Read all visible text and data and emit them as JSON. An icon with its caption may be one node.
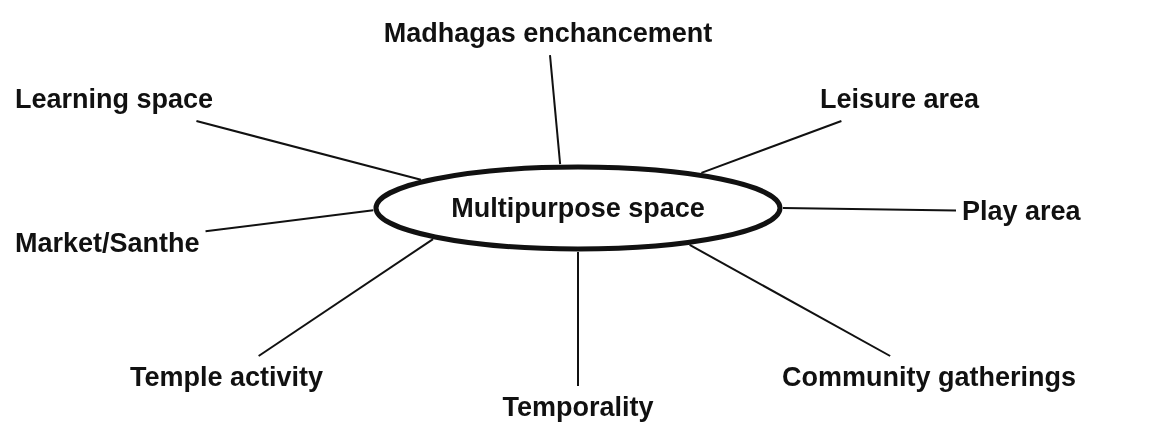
{
  "diagram": {
    "nodes": [
      {
        "text": [
          "Madhagas enchancement"
        ]
      },
      {
        "text": [
          "Learning space"
        ]
      },
      {
        "text": [
          "Leisure area"
        ]
      },
      {
        "text": [
          "Multipurpose space"
        ]
      },
      {
        "text": [
          "Market/Santhe"
        ]
      },
      {
        "text": [
          "Play area"
        ]
      },
      {
        "text": [
          "Temple activity"
        ]
      },
      {
        "text": [
          "Temporality"
        ]
      },
      {
        "text": [
          "Community gatherings"
        ]
      }
    ],
    "edges": [
      {
        "from": 3,
        "to": 0,
        "arrow": "none"
      },
      {
        "from": 3,
        "to": 1,
        "arrow": "none"
      },
      {
        "from": 3,
        "to": 2,
        "arrow": "none"
      },
      {
        "from": 3,
        "to": 4,
        "arrow": "none"
      },
      {
        "from": 3,
        "to": 5,
        "arrow": "none"
      },
      {
        "from": 3,
        "to": 6,
        "arrow": "none"
      },
      {
        "from": 3,
        "to": 7,
        "arrow": "none"
      },
      {
        "from": 3,
        "to": 8,
        "arrow": "none"
      }
    ]
  }
}
